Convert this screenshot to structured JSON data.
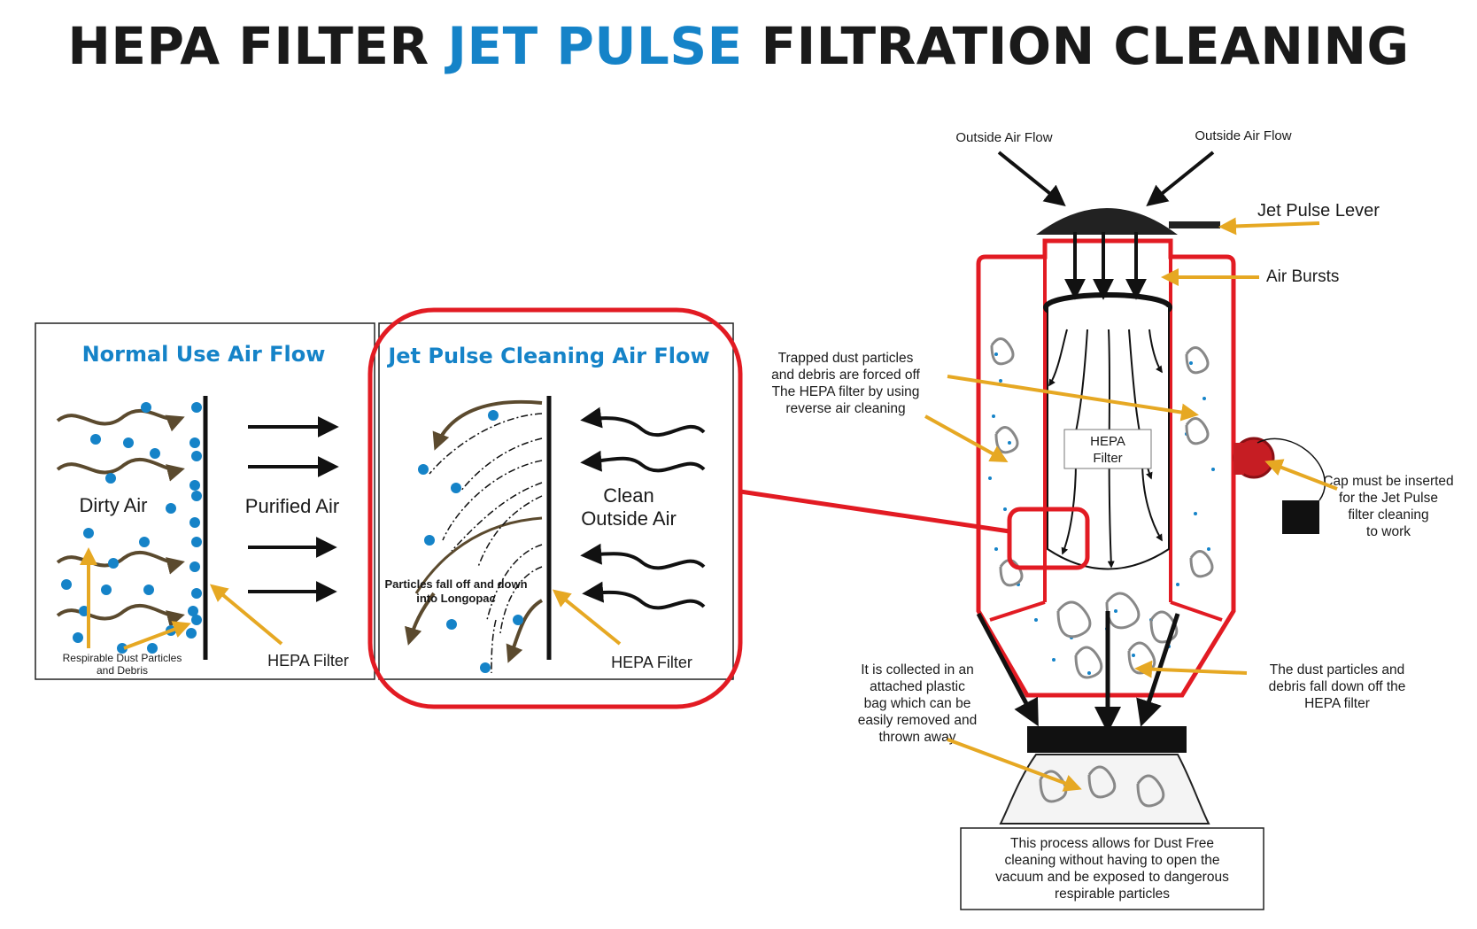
{
  "title": {
    "part1": "HEPA FILTER ",
    "part2": "JET PULSE",
    "part3": " FILTRATION CLEANING"
  },
  "colors": {
    "accent_blue": "#1583c8",
    "highlight_red": "#e21b23",
    "pointer_gold": "#e6a823",
    "flow_brown": "#5b4a2e",
    "text_dark": "#1a1a1a"
  },
  "normal_panel": {
    "title": "Normal Use Air Flow",
    "dirty_air": "Dirty Air",
    "purified_air": "Purified Air",
    "dust_label_line1": "Respirable Dust Particles",
    "dust_label_line2": "and Debris",
    "hepa_label": "HEPA Filter"
  },
  "jet_panel": {
    "title": "Jet Pulse Cleaning Air Flow",
    "clean_line1": "Clean",
    "clean_line2": "Outside Air",
    "fall_line1": "Particles fall off and down",
    "fall_line2": "into Longopac",
    "hepa_label": "HEPA Filter"
  },
  "device": {
    "outside_air_left": "Outside Air Flow",
    "outside_air_right": "Outside Air Flow",
    "lever": "Jet Pulse Lever",
    "air_bursts": "Air Bursts",
    "hepa_line1": "HEPA",
    "hepa_line2": "Filter",
    "trapped": [
      "Trapped dust particles",
      "and debris are forced off",
      "The HEPA filter by using",
      "reverse air cleaning"
    ],
    "cap": [
      "Cap must be inserted",
      "for the Jet Pulse",
      "filter cleaning",
      "to work"
    ],
    "collected": [
      "It is collected in an",
      "attached plastic",
      "bag which can be",
      "easily removed and",
      "thrown away"
    ],
    "dust_fall": [
      "The dust particles and",
      "debris fall down off the",
      "HEPA filter"
    ],
    "process": [
      "This process allows for Dust Free",
      "cleaning without having to open the",
      "vacuum and be exposed to dangerous",
      "respirable particles"
    ]
  }
}
